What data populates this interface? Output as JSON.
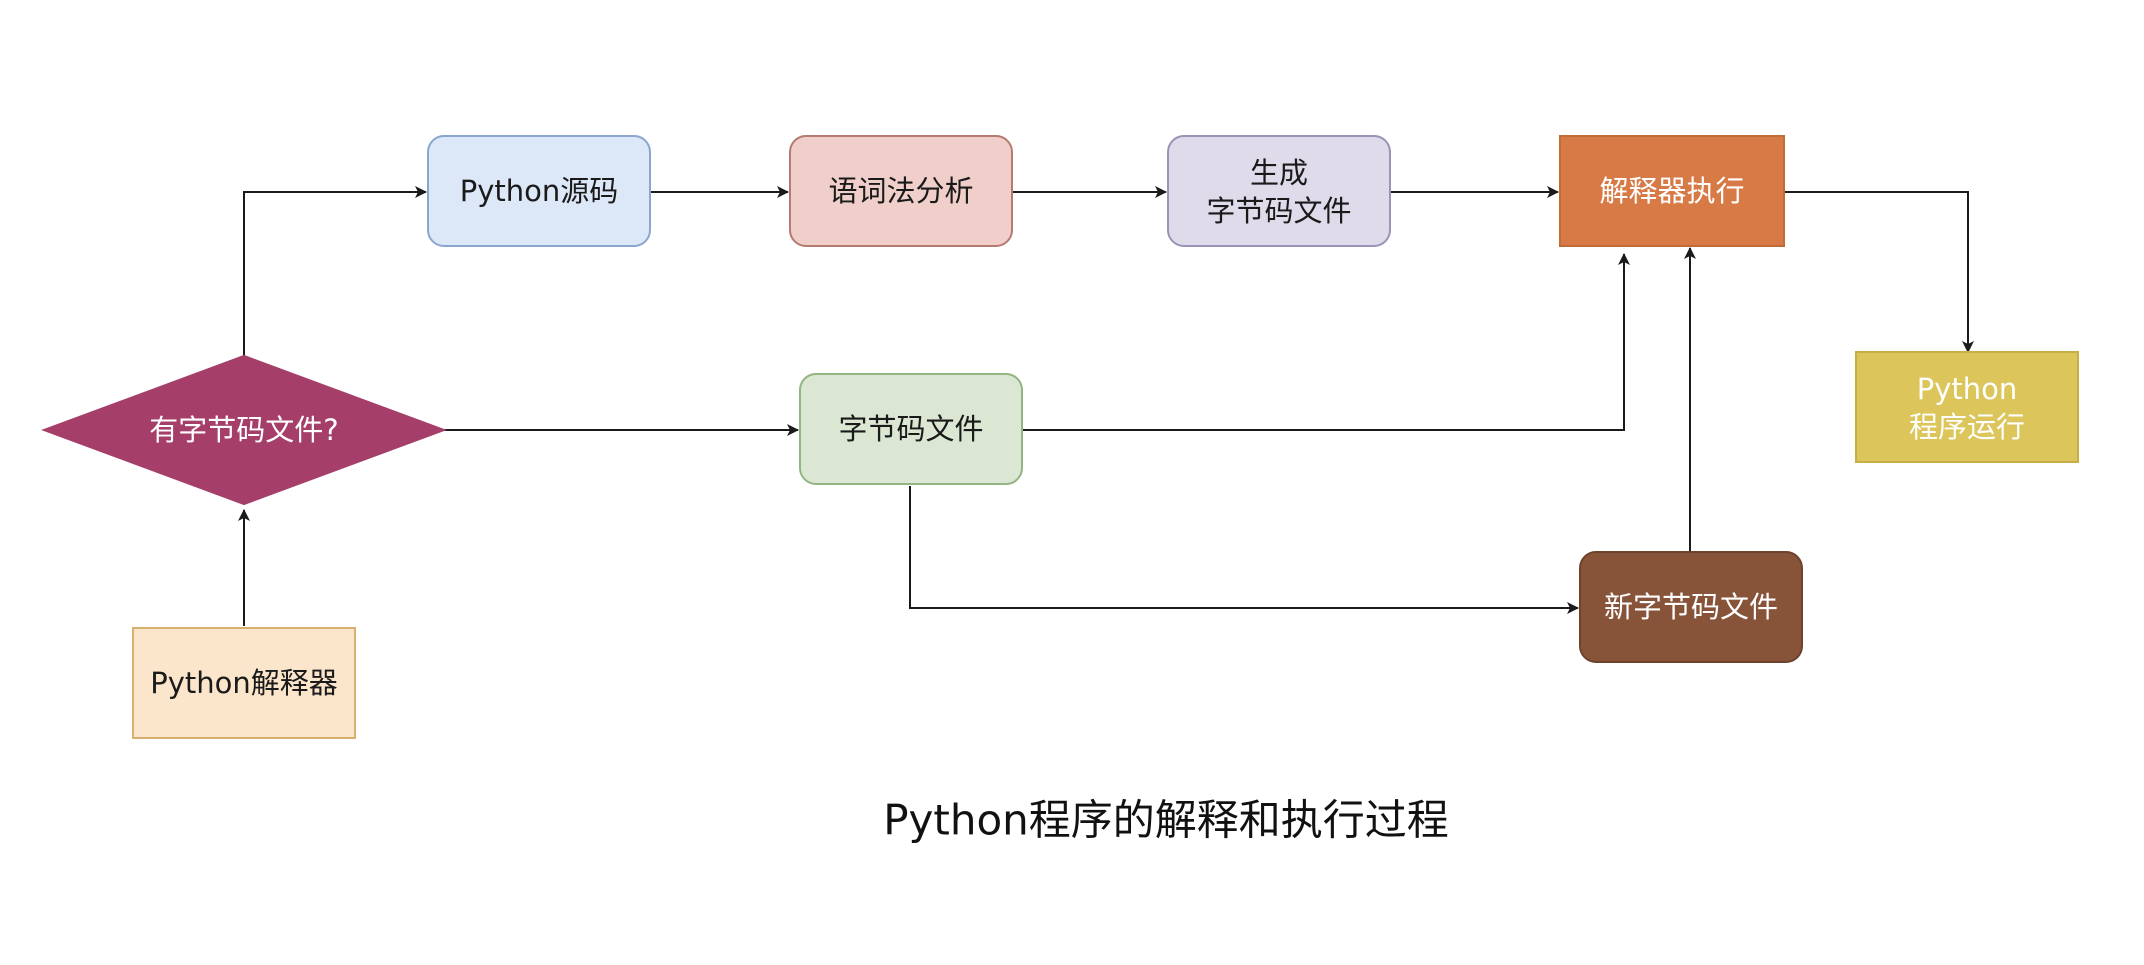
{
  "caption": "Python程序的解释和执行过程",
  "nodes": {
    "interpreter": {
      "label": "Python解释器",
      "fill": "#fbe6cc",
      "stroke": "#d7b070"
    },
    "decision": {
      "label": "有字节码文件?",
      "fill": "#a53f6a",
      "stroke": "#a53f6a"
    },
    "source": {
      "label": "Python源码",
      "fill": "#dce7f7",
      "stroke": "#8aa6cf"
    },
    "lexer": {
      "label": "语词法分析",
      "fill": "#f0cfca",
      "stroke": "#b57a72"
    },
    "generate": {
      "line1": "生成",
      "line2": "字节码文件",
      "fill": "#dfdbea",
      "stroke": "#9a93b5"
    },
    "execute": {
      "label": "解释器执行",
      "fill": "#d77a46",
      "stroke": "#c06b38"
    },
    "bytecode": {
      "label": "字节码文件",
      "fill": "#dbe7d3",
      "stroke": "#93b483"
    },
    "new_bytecode": {
      "label": "新字节码文件",
      "fill": "#875339",
      "stroke": "#6e432d"
    },
    "run": {
      "line1": "Python",
      "line2": "程序运行",
      "fill": "#dcc55a",
      "stroke": "#c7ae45"
    }
  },
  "colors": {
    "arrow": "#1a1a1a",
    "light_text": "#ffffff"
  }
}
